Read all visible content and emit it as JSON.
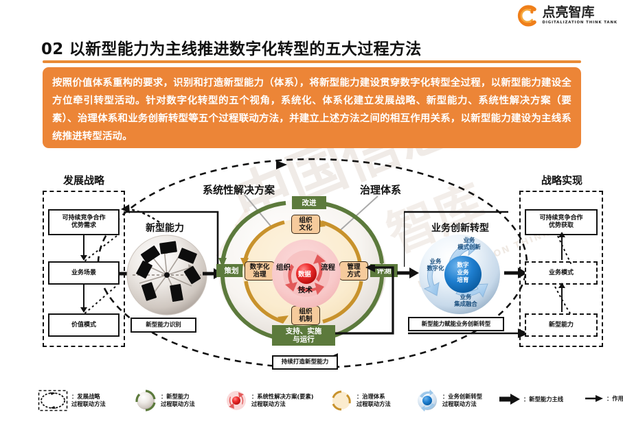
{
  "logo": {
    "cn": "点亮智库",
    "en": "DIGITALIZATION THINK TANK",
    "mark": "c-swoosh-icon",
    "color": "#ef7f1a"
  },
  "header": {
    "number": "02",
    "title": "02 以新型能力为主线推进数字化转型的五大过程方法",
    "rule_color": "#e98b36"
  },
  "callout": {
    "color": "#ec8537",
    "text": "按照价值体系重构的要求，识别和打造新型能力（体系），将新型能力建设贯穿数字化转型全过程，以新型能力建设全方位牵引转型活动。针对数字化转型的五个视角，系统化、体系化建立发展战略、新型能力、系统性解决方案（要素）、治理体系和业务创新转型等五个过程联动方法，并建立上述方法之间的相互作用关系，以新型能力建设为主线系统推进转型活动。"
  },
  "left_column": {
    "heading": "发展战略",
    "boxes": [
      {
        "label": "可持续竞争合作\n优势需求",
        "style": "solid"
      },
      {
        "label": "业务场景",
        "style": "solid"
      },
      {
        "label": "价值模式",
        "style": "solid"
      }
    ]
  },
  "right_column": {
    "heading": "战略实现",
    "boxes": [
      {
        "label": "可持续竞争合作\n优势获取",
        "style": "solid"
      },
      {
        "label": "业务模式",
        "style": "dashed"
      },
      {
        "label": "新型能力",
        "style": "dashed"
      }
    ]
  },
  "capability_sphere": {
    "heading": "新型能力",
    "caption": "新型能力识别"
  },
  "business_sphere": {
    "heading": "业务创新转型",
    "caption": "新型能力赋能业务创新转型",
    "core": "数字\n业务\n培育",
    "lobes": [
      "业务\n模式创新",
      "业务\n数字化",
      "业务\n集成融合"
    ]
  },
  "center": {
    "label_left": "系统性解决方案",
    "label_right": "治理体系",
    "green_ring": {
      "color": "#5c7a3c",
      "chips": [
        "改进",
        "策划",
        "评测",
        "支持、实施\n与运行"
      ]
    },
    "orange_ring": {
      "color": "#f6cb9c",
      "chips": [
        "组织\n文化",
        "数字化\n治理",
        "管理\n方式",
        "组织\n机制"
      ]
    },
    "core": {
      "center": "数据",
      "around": [
        "组织",
        "流程",
        "技术"
      ]
    },
    "bottom_caption": "持续打造新型能力"
  },
  "legend": {
    "items": [
      {
        "icon": "dashed-ellipse-icon",
        "text": "：发展战略\n过程联动方法"
      },
      {
        "icon": "grey-sphere-icon",
        "text": "：新型能力\n过程联动方法"
      },
      {
        "icon": "red-core-icon",
        "text": "：系统性解决方案(要素)\n过程联动方法"
      },
      {
        "icon": "tan-ring-icon",
        "text": "：治理体系\n过程联动方法"
      },
      {
        "icon": "blue-sphere-icon",
        "text": "：业务创新转型\n过程联动方法"
      },
      {
        "icon": "thick-arrow-icon",
        "text": "：新型能力主线"
      },
      {
        "icon": "thin-arrow-icon",
        "text": "：作用关系"
      }
    ]
  },
  "watermark": {
    "t1": "中国信息",
    "t2": "智库",
    "t3": "点亮智库",
    "t4": "DIGITALIZATION THINK TANK"
  }
}
